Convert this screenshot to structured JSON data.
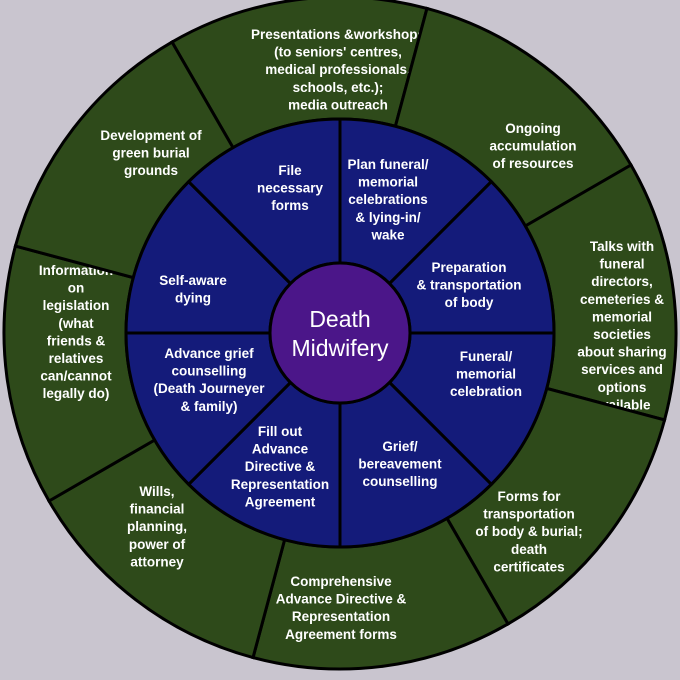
{
  "diagram": {
    "title": "",
    "center_label": [
      "Death",
      "Midwifery"
    ],
    "colors": {
      "background": "#c9c5cf",
      "outer_ring": "#2e4a1a",
      "inner_ring": "#141b7a",
      "center": "#4b1689",
      "text": "#ffffff",
      "divider": "#000000"
    },
    "outer_ring": [
      {
        "label": [
          "Presentations &workshops",
          "(to seniors' centres,",
          "medical professionals,",
          "schools, etc.);",
          "media outreach"
        ]
      },
      {
        "label": [
          "Ongoing",
          "accumulation",
          "of resources"
        ]
      },
      {
        "label": [
          "Talks with",
          "funeral",
          "directors,",
          "cemeteries &",
          "memorial",
          "societies",
          "about sharing",
          "services and",
          "options",
          "available"
        ]
      },
      {
        "label": [
          "Forms for",
          "transportation",
          "of body & burial;",
          "death",
          "certificates"
        ]
      },
      {
        "label": [
          "Comprehensive",
          "Advance Directive &",
          "Representation",
          "Agreement forms"
        ]
      },
      {
        "label": [
          "Wills,",
          "financial",
          "planning,",
          "power of",
          "attorney"
        ]
      },
      {
        "label": [
          "Information",
          "on",
          "legislation",
          "(what",
          "friends &",
          "relatives",
          "can/cannot",
          "legally do)"
        ]
      },
      {
        "label": [
          "Development of",
          "green burial",
          "grounds"
        ]
      }
    ],
    "inner_ring": [
      {
        "label": [
          "Plan funeral/",
          "memorial",
          "celebrations",
          "& lying-in/",
          "wake"
        ]
      },
      {
        "label": [
          "Preparation",
          "& transportation",
          "of body"
        ]
      },
      {
        "label": [
          "Funeral/",
          "memorial",
          "celebration"
        ]
      },
      {
        "label": [
          "Grief/",
          "bereavement",
          "counselling"
        ]
      },
      {
        "label": [
          "Fill out",
          "Advance",
          "Directive &",
          "Representation",
          "Agreement"
        ]
      },
      {
        "label": [
          "Advance grief",
          "counselling",
          "(Death Journeyer",
          "& family)"
        ]
      },
      {
        "label": [
          "Self-aware",
          "dying"
        ]
      },
      {
        "label": [
          "File",
          "necessary",
          "forms"
        ]
      }
    ]
  }
}
